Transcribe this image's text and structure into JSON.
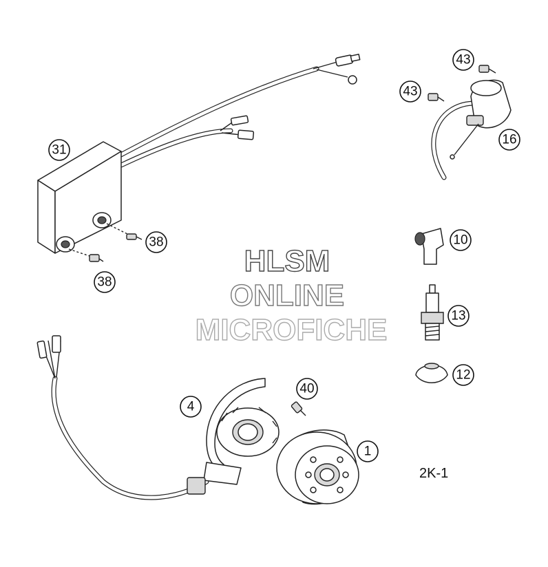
{
  "figure_code": "2K-1",
  "watermark": {
    "line1": "HLSM",
    "line2": "ONLINE",
    "line3": "MICROFICHE",
    "colors": [
      "#444444",
      "#777777",
      "#aaaaaa"
    ]
  },
  "callouts": {
    "c31": "31",
    "c38a": "38",
    "c38b": "38",
    "c43a": "43",
    "c43b": "43",
    "c16": "16",
    "c10": "10",
    "c13": "13",
    "c12": "12",
    "c40": "40",
    "c4": "4",
    "c1": "1"
  }
}
